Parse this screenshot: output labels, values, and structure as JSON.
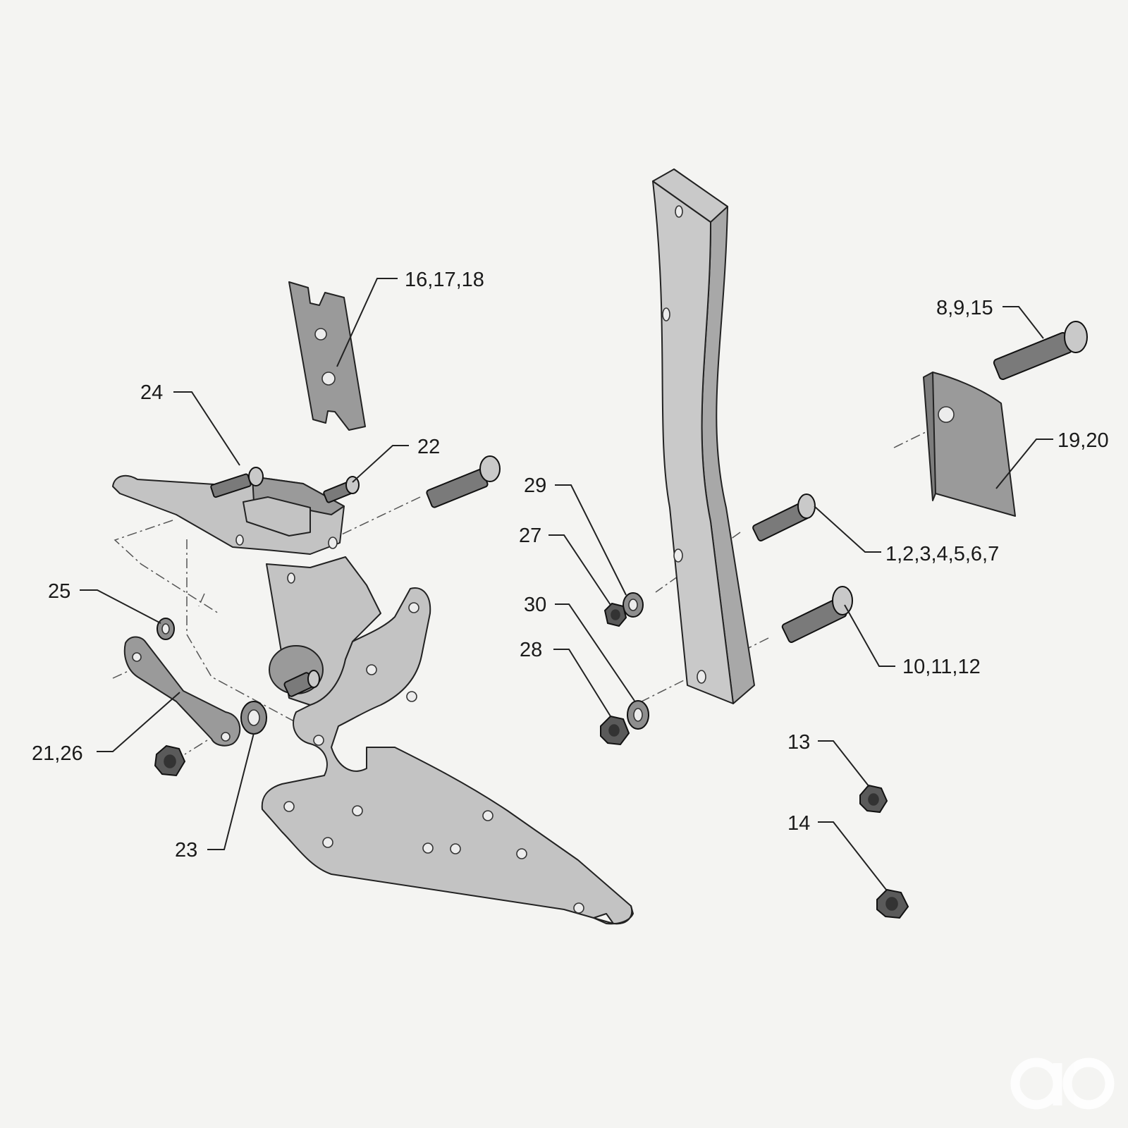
{
  "callouts": {
    "c_16_17_18": "16,17,18",
    "c_8_9_15": "8,9,15",
    "c_24": "24",
    "c_22": "22",
    "c_19_20": "19,20",
    "c_29": "29",
    "c_27": "27",
    "c_1_7": "1,2,3,4,5,6,7",
    "c_30": "30",
    "c_25": "25",
    "c_28": "28",
    "c_10_11_12": "10,11,12",
    "c_21_26": "21,26",
    "c_13": "13",
    "c_14": "14",
    "c_23": "23"
  },
  "colors": {
    "background": "#f4f4f2",
    "part_fill": "#c3c3c3",
    "fastener_dark": "#5a5a5a",
    "outline": "#222222",
    "logo": "#ffffff"
  },
  "icons": {
    "logo": "ao-logo-icon"
  }
}
